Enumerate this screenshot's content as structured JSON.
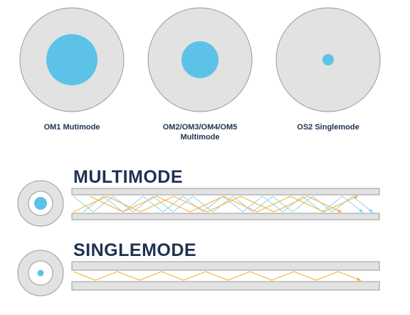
{
  "top_fibers": [
    {
      "label": "OM1 Mutimode",
      "core_ratio": 0.46
    },
    {
      "label_line1": "OM2/OM3/OM4/OM5",
      "label_line2": "Multimode",
      "core_ratio": 0.34
    },
    {
      "label": "OS2 Singlemode",
      "core_ratio": 0.1
    }
  ],
  "sections": {
    "multimode": {
      "title": "MULTIMODE"
    },
    "singlemode": {
      "title": "SINGLEMODE"
    }
  },
  "colors": {
    "cladding": "#e2e2e2",
    "cladding_stroke": "#9a9a9a",
    "core": "#5cc2e8",
    "ray_orange": "#f4b43a",
    "ray_blue": "#8fd1ee",
    "text": "#1f3152"
  }
}
